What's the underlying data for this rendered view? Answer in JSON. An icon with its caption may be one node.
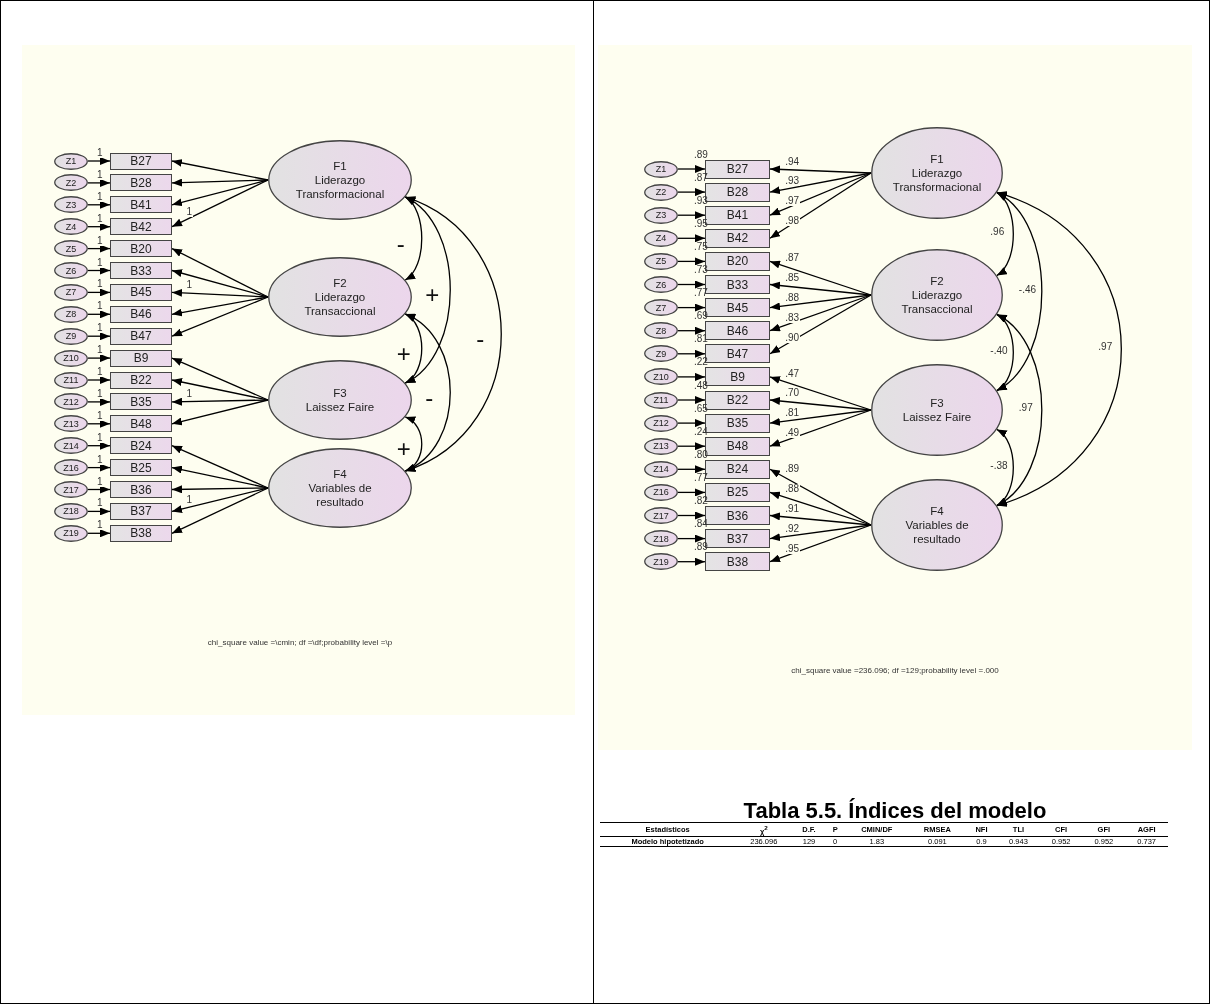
{
  "diagram": {
    "nodes": [
      {
        "text": [
          "Z1"
        ]
      },
      {
        "text": [
          "B27"
        ]
      },
      {
        "text": [
          "Z2"
        ]
      },
      {
        "text": [
          "B28"
        ]
      },
      {
        "text": [
          "Z3"
        ]
      },
      {
        "text": [
          "B41"
        ]
      },
      {
        "text": [
          "Z4"
        ]
      },
      {
        "text": [
          "B42"
        ]
      },
      {
        "text": [
          "Z5"
        ]
      },
      {
        "text": [
          "B20"
        ]
      },
      {
        "text": [
          "Z6"
        ]
      },
      {
        "text": [
          "B33"
        ]
      },
      {
        "text": [
          "Z7"
        ]
      },
      {
        "text": [
          "B45"
        ]
      },
      {
        "text": [
          "Z8"
        ]
      },
      {
        "text": [
          "B46"
        ]
      },
      {
        "text": [
          "Z9"
        ]
      },
      {
        "text": [
          "B47"
        ]
      },
      {
        "text": [
          "Z10"
        ]
      },
      {
        "text": [
          "B9"
        ]
      },
      {
        "text": [
          "Z11"
        ]
      },
      {
        "text": [
          "B22"
        ]
      },
      {
        "text": [
          "Z12"
        ]
      },
      {
        "text": [
          "B35"
        ]
      },
      {
        "text": [
          "Z13"
        ]
      },
      {
        "text": [
          "B48"
        ]
      },
      {
        "text": [
          "Z14"
        ]
      },
      {
        "text": [
          "B24"
        ]
      },
      {
        "text": [
          "Z16"
        ]
      },
      {
        "text": [
          "B25"
        ]
      },
      {
        "text": [
          "Z17"
        ]
      },
      {
        "text": [
          "B36"
        ]
      },
      {
        "text": [
          "Z18"
        ]
      },
      {
        "text": [
          "B37"
        ]
      },
      {
        "text": [
          "Z19"
        ]
      },
      {
        "text": [
          "B38"
        ]
      },
      {
        "text": [
          "F1",
          "Liderazgo Transformacional"
        ]
      },
      {
        "text": [
          "F2",
          "Liderazgo Transaccional"
        ]
      },
      {
        "text": [
          "F3",
          "Laissez Faire"
        ]
      },
      {
        "text": [
          "F4",
          "Variables de resultado"
        ]
      },
      {
        "text": [
          "Z1"
        ]
      },
      {
        "text": [
          "B27"
        ],
        "beside": [
          ".89"
        ]
      },
      {
        "text": [
          "Z2"
        ]
      },
      {
        "text": [
          "B28"
        ],
        "beside": [
          ".87"
        ]
      },
      {
        "text": [
          "Z3"
        ]
      },
      {
        "text": [
          "B41"
        ],
        "beside": [
          ".93"
        ]
      },
      {
        "text": [
          "Z4"
        ]
      },
      {
        "text": [
          "B42"
        ],
        "beside": [
          ".95"
        ]
      },
      {
        "text": [
          "Z5"
        ]
      },
      {
        "text": [
          "B20"
        ],
        "beside": [
          ".75"
        ]
      },
      {
        "text": [
          "Z6"
        ]
      },
      {
        "text": [
          "B33"
        ],
        "beside": [
          ".73"
        ]
      },
      {
        "text": [
          "Z7"
        ]
      },
      {
        "text": [
          "B45"
        ],
        "beside": [
          ".77"
        ]
      },
      {
        "text": [
          "Z8"
        ]
      },
      {
        "text": [
          "B46"
        ],
        "beside": [
          ".69"
        ]
      },
      {
        "text": [
          "Z9"
        ]
      },
      {
        "text": [
          "B47"
        ],
        "beside": [
          ".81"
        ]
      },
      {
        "text": [
          "Z10"
        ]
      },
      {
        "text": [
          "B9"
        ],
        "beside": [
          ".22"
        ]
      },
      {
        "text": [
          "Z11"
        ]
      },
      {
        "text": [
          "B22"
        ],
        "beside": [
          ".48"
        ]
      },
      {
        "text": [
          "Z12"
        ]
      },
      {
        "text": [
          "B35"
        ],
        "beside": [
          ".65"
        ]
      },
      {
        "text": [
          "Z13"
        ]
      },
      {
        "text": [
          "B48"
        ],
        "beside": [
          ".24"
        ]
      },
      {
        "text": [
          "Z14"
        ]
      },
      {
        "text": [
          "B24"
        ],
        "beside": [
          ".80"
        ]
      },
      {
        "text": [
          "Z16"
        ]
      },
      {
        "text": [
          "B25"
        ],
        "beside": [
          ".77"
        ]
      },
      {
        "text": [
          "Z17"
        ]
      },
      {
        "text": [
          "B36"
        ],
        "beside": [
          ".82"
        ]
      },
      {
        "text": [
          "Z18"
        ]
      },
      {
        "text": [
          "B37"
        ],
        "beside": [
          ".84"
        ]
      },
      {
        "text": [
          "Z19"
        ]
      },
      {
        "text": [
          "B38"
        ],
        "beside": [
          ".89"
        ]
      },
      {
        "text": [
          "F1",
          "Liderazgo Transformacional"
        ]
      },
      {
        "text": [
          "F2",
          "Liderazgo Transaccional"
        ]
      },
      {
        "text": [
          "F3",
          "Laissez Faire"
        ]
      },
      {
        "text": [
          "F4",
          "Variables de resultado"
        ]
      }
    ],
    "edges": [
      {
        "from": 0,
        "to": 1,
        "arrow": "to",
        "label": "1"
      },
      {
        "from": 2,
        "to": 3,
        "arrow": "to",
        "label": "1"
      },
      {
        "from": 4,
        "to": 5,
        "arrow": "to",
        "label": "1"
      },
      {
        "from": 6,
        "to": 7,
        "arrow": "to",
        "label": "1"
      },
      {
        "from": 8,
        "to": 9,
        "arrow": "to",
        "label": "1"
      },
      {
        "from": 10,
        "to": 11,
        "arrow": "to",
        "label": "1"
      },
      {
        "from": 12,
        "to": 13,
        "arrow": "to",
        "label": "1"
      },
      {
        "from": 14,
        "to": 15,
        "arrow": "to",
        "label": "1"
      },
      {
        "from": 16,
        "to": 17,
        "arrow": "to",
        "label": "1"
      },
      {
        "from": 18,
        "to": 19,
        "arrow": "to",
        "label": "1"
      },
      {
        "from": 20,
        "to": 21,
        "arrow": "to",
        "label": "1"
      },
      {
        "from": 22,
        "to": 23,
        "arrow": "to",
        "label": "1"
      },
      {
        "from": 24,
        "to": 25,
        "arrow": "to",
        "label": "1"
      },
      {
        "from": 26,
        "to": 27,
        "arrow": "to",
        "label": "1"
      },
      {
        "from": 28,
        "to": 29,
        "arrow": "to",
        "label": "1"
      },
      {
        "from": 30,
        "to": 31,
        "arrow": "to",
        "label": "1"
      },
      {
        "from": 32,
        "to": 33,
        "arrow": "to",
        "label": "1"
      },
      {
        "from": 34,
        "to": 35,
        "arrow": "to",
        "label": "1"
      },
      {
        "from": 36,
        "to": 1,
        "arrow": "to"
      },
      {
        "from": 36,
        "to": 3,
        "arrow": "to"
      },
      {
        "from": 36,
        "to": 5,
        "arrow": "to"
      },
      {
        "from": 36,
        "to": 7,
        "arrow": "to",
        "label": "1"
      },
      {
        "from": 37,
        "to": 9,
        "arrow": "to"
      },
      {
        "from": 37,
        "to": 11,
        "arrow": "to"
      },
      {
        "from": 37,
        "to": 13,
        "arrow": "to",
        "label": "1"
      },
      {
        "from": 37,
        "to": 15,
        "arrow": "to"
      },
      {
        "from": 37,
        "to": 17,
        "arrow": "to"
      },
      {
        "from": 38,
        "to": 19,
        "arrow": "to"
      },
      {
        "from": 38,
        "to": 21,
        "arrow": "to"
      },
      {
        "from": 38,
        "to": 23,
        "arrow": "to",
        "label": "1"
      },
      {
        "from": 38,
        "to": 25,
        "arrow": "to"
      },
      {
        "from": 39,
        "to": 27,
        "arrow": "to"
      },
      {
        "from": 39,
        "to": 29,
        "arrow": "to"
      },
      {
        "from": 39,
        "to": 31,
        "arrow": "to"
      },
      {
        "from": 39,
        "to": 33,
        "arrow": "to",
        "label": "1"
      },
      {
        "from": 39,
        "to": 35,
        "arrow": "to"
      },
      {
        "from": 36,
        "to": 37,
        "arrow": "both",
        "label": "-"
      },
      {
        "from": 36,
        "to": 38,
        "arrow": "both",
        "label": "+"
      },
      {
        "from": 36,
        "to": 39,
        "arrow": "both",
        "label": "-"
      },
      {
        "from": 37,
        "to": 38,
        "arrow": "both",
        "label": "+"
      },
      {
        "from": 37,
        "to": 39,
        "arrow": "both",
        "label": "-"
      },
      {
        "from": 38,
        "to": 39,
        "arrow": "both",
        "label": "+"
      },
      {
        "from": 40,
        "to": 41,
        "arrow": "to"
      },
      {
        "from": 42,
        "to": 43,
        "arrow": "to"
      },
      {
        "from": 44,
        "to": 45,
        "arrow": "to"
      },
      {
        "from": 46,
        "to": 47,
        "arrow": "to"
      },
      {
        "from": 48,
        "to": 49,
        "arrow": "to"
      },
      {
        "from": 50,
        "to": 51,
        "arrow": "to"
      },
      {
        "from": 52,
        "to": 53,
        "arrow": "to"
      },
      {
        "from": 54,
        "to": 55,
        "arrow": "to"
      },
      {
        "from": 56,
        "to": 57,
        "arrow": "to"
      },
      {
        "from": 58,
        "to": 59,
        "arrow": "to"
      },
      {
        "from": 60,
        "to": 61,
        "arrow": "to"
      },
      {
        "from": 62,
        "to": 63,
        "arrow": "to"
      },
      {
        "from": 64,
        "to": 65,
        "arrow": "to"
      },
      {
        "from": 66,
        "to": 67,
        "arrow": "to"
      },
      {
        "from": 68,
        "to": 69,
        "arrow": "to"
      },
      {
        "from": 70,
        "to": 71,
        "arrow": "to"
      },
      {
        "from": 72,
        "to": 73,
        "arrow": "to"
      },
      {
        "from": 74,
        "to": 75,
        "arrow": "to"
      },
      {
        "from": 76,
        "to": 41,
        "arrow": "to",
        "label": ".94"
      },
      {
        "from": 76,
        "to": 43,
        "arrow": "to",
        "label": ".93"
      },
      {
        "from": 76,
        "to": 45,
        "arrow": "to",
        "label": ".97"
      },
      {
        "from": 76,
        "to": 47,
        "arrow": "to",
        "label": ".98"
      },
      {
        "from": 77,
        "to": 49,
        "arrow": "to",
        "label": ".87"
      },
      {
        "from": 77,
        "to": 51,
        "arrow": "to",
        "label": ".85"
      },
      {
        "from": 77,
        "to": 53,
        "arrow": "to",
        "label": ".88"
      },
      {
        "from": 77,
        "to": 55,
        "arrow": "to",
        "label": ".83"
      },
      {
        "from": 77,
        "to": 57,
        "arrow": "to",
        "label": ".90"
      },
      {
        "from": 78,
        "to": 59,
        "arrow": "to",
        "label": ".47"
      },
      {
        "from": 78,
        "to": 61,
        "arrow": "to",
        "label": ".70"
      },
      {
        "from": 78,
        "to": 63,
        "arrow": "to",
        "label": ".81"
      },
      {
        "from": 78,
        "to": 65,
        "arrow": "to",
        "label": ".49"
      },
      {
        "from": 79,
        "to": 67,
        "arrow": "to",
        "label": ".89"
      },
      {
        "from": 79,
        "to": 69,
        "arrow": "to",
        "label": ".88"
      },
      {
        "from": 79,
        "to": 71,
        "arrow": "to",
        "label": ".91"
      },
      {
        "from": 79,
        "to": 73,
        "arrow": "to",
        "label": ".92"
      },
      {
        "from": 79,
        "to": 75,
        "arrow": "to",
        "label": ".95"
      },
      {
        "from": 76,
        "to": 77,
        "arrow": "both",
        "label": ".96"
      },
      {
        "from": 76,
        "to": 78,
        "arrow": "both",
        "label": "-.46"
      },
      {
        "from": 76,
        "to": 79,
        "arrow": "both",
        "label": ".97"
      },
      {
        "from": 77,
        "to": 78,
        "arrow": "both",
        "label": "-.40"
      },
      {
        "from": 77,
        "to": 79,
        "arrow": "both",
        "label": ".97"
      },
      {
        "from": 78,
        "to": 79,
        "arrow": "both",
        "label": "-.38"
      }
    ],
    "labels": [
      "chi_square value =\\cmin; df =\\df;probability level =\\p",
      "chi_square value =236.096; df =129;probability level =.000",
      "Tabla 5.5. Índices del modelo",
      "Estadísticos",
      "χ$^{2}$",
      "D.F.",
      "P",
      "CMIN/DF",
      "RMSEA",
      "NFI",
      "TLI",
      "CFI",
      "GFI",
      "AGFI",
      "Modelo hipotetizado",
      "236.096",
      "129",
      "0",
      "1.83",
      "0.091",
      "0.9",
      "0.943",
      "0.952",
      "0.952",
      "0.737"
    ]
  }
}
